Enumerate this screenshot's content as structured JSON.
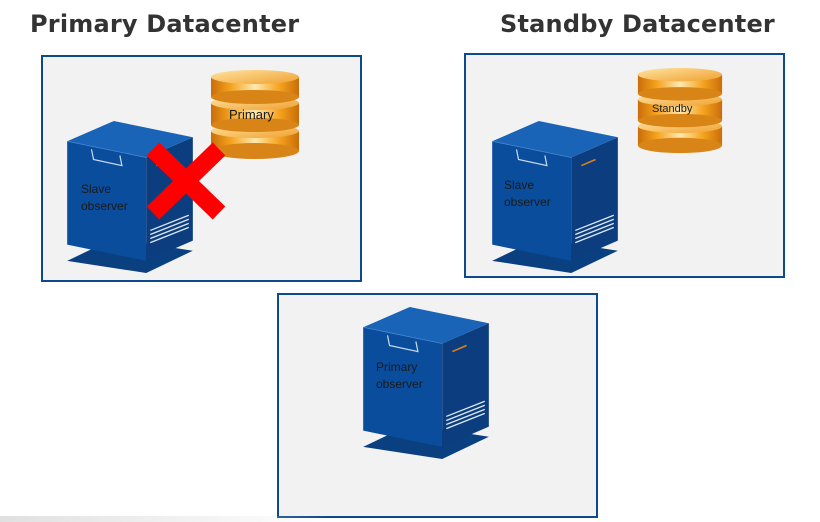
{
  "headings": {
    "primary_dc": "Primary Datacenter",
    "standby_dc": "Standby Datacenter"
  },
  "databases": {
    "primary": {
      "label": "Primary"
    },
    "standby": {
      "label": "Standby"
    }
  },
  "observers": {
    "slave": {
      "line1": "Slave",
      "line2": "observer",
      "failed": true
    },
    "standby_site": {
      "line1": "Slave",
      "line2": "observer"
    },
    "primary": {
      "line1": "Primary",
      "line2": "observer"
    }
  },
  "colors": {
    "box_border": "#0d4a8c",
    "box_fill": "#f2f2f2",
    "server_blue": "#0a4d9c",
    "db_orange": "#f4a21c",
    "fail_red": "#ff0000"
  }
}
